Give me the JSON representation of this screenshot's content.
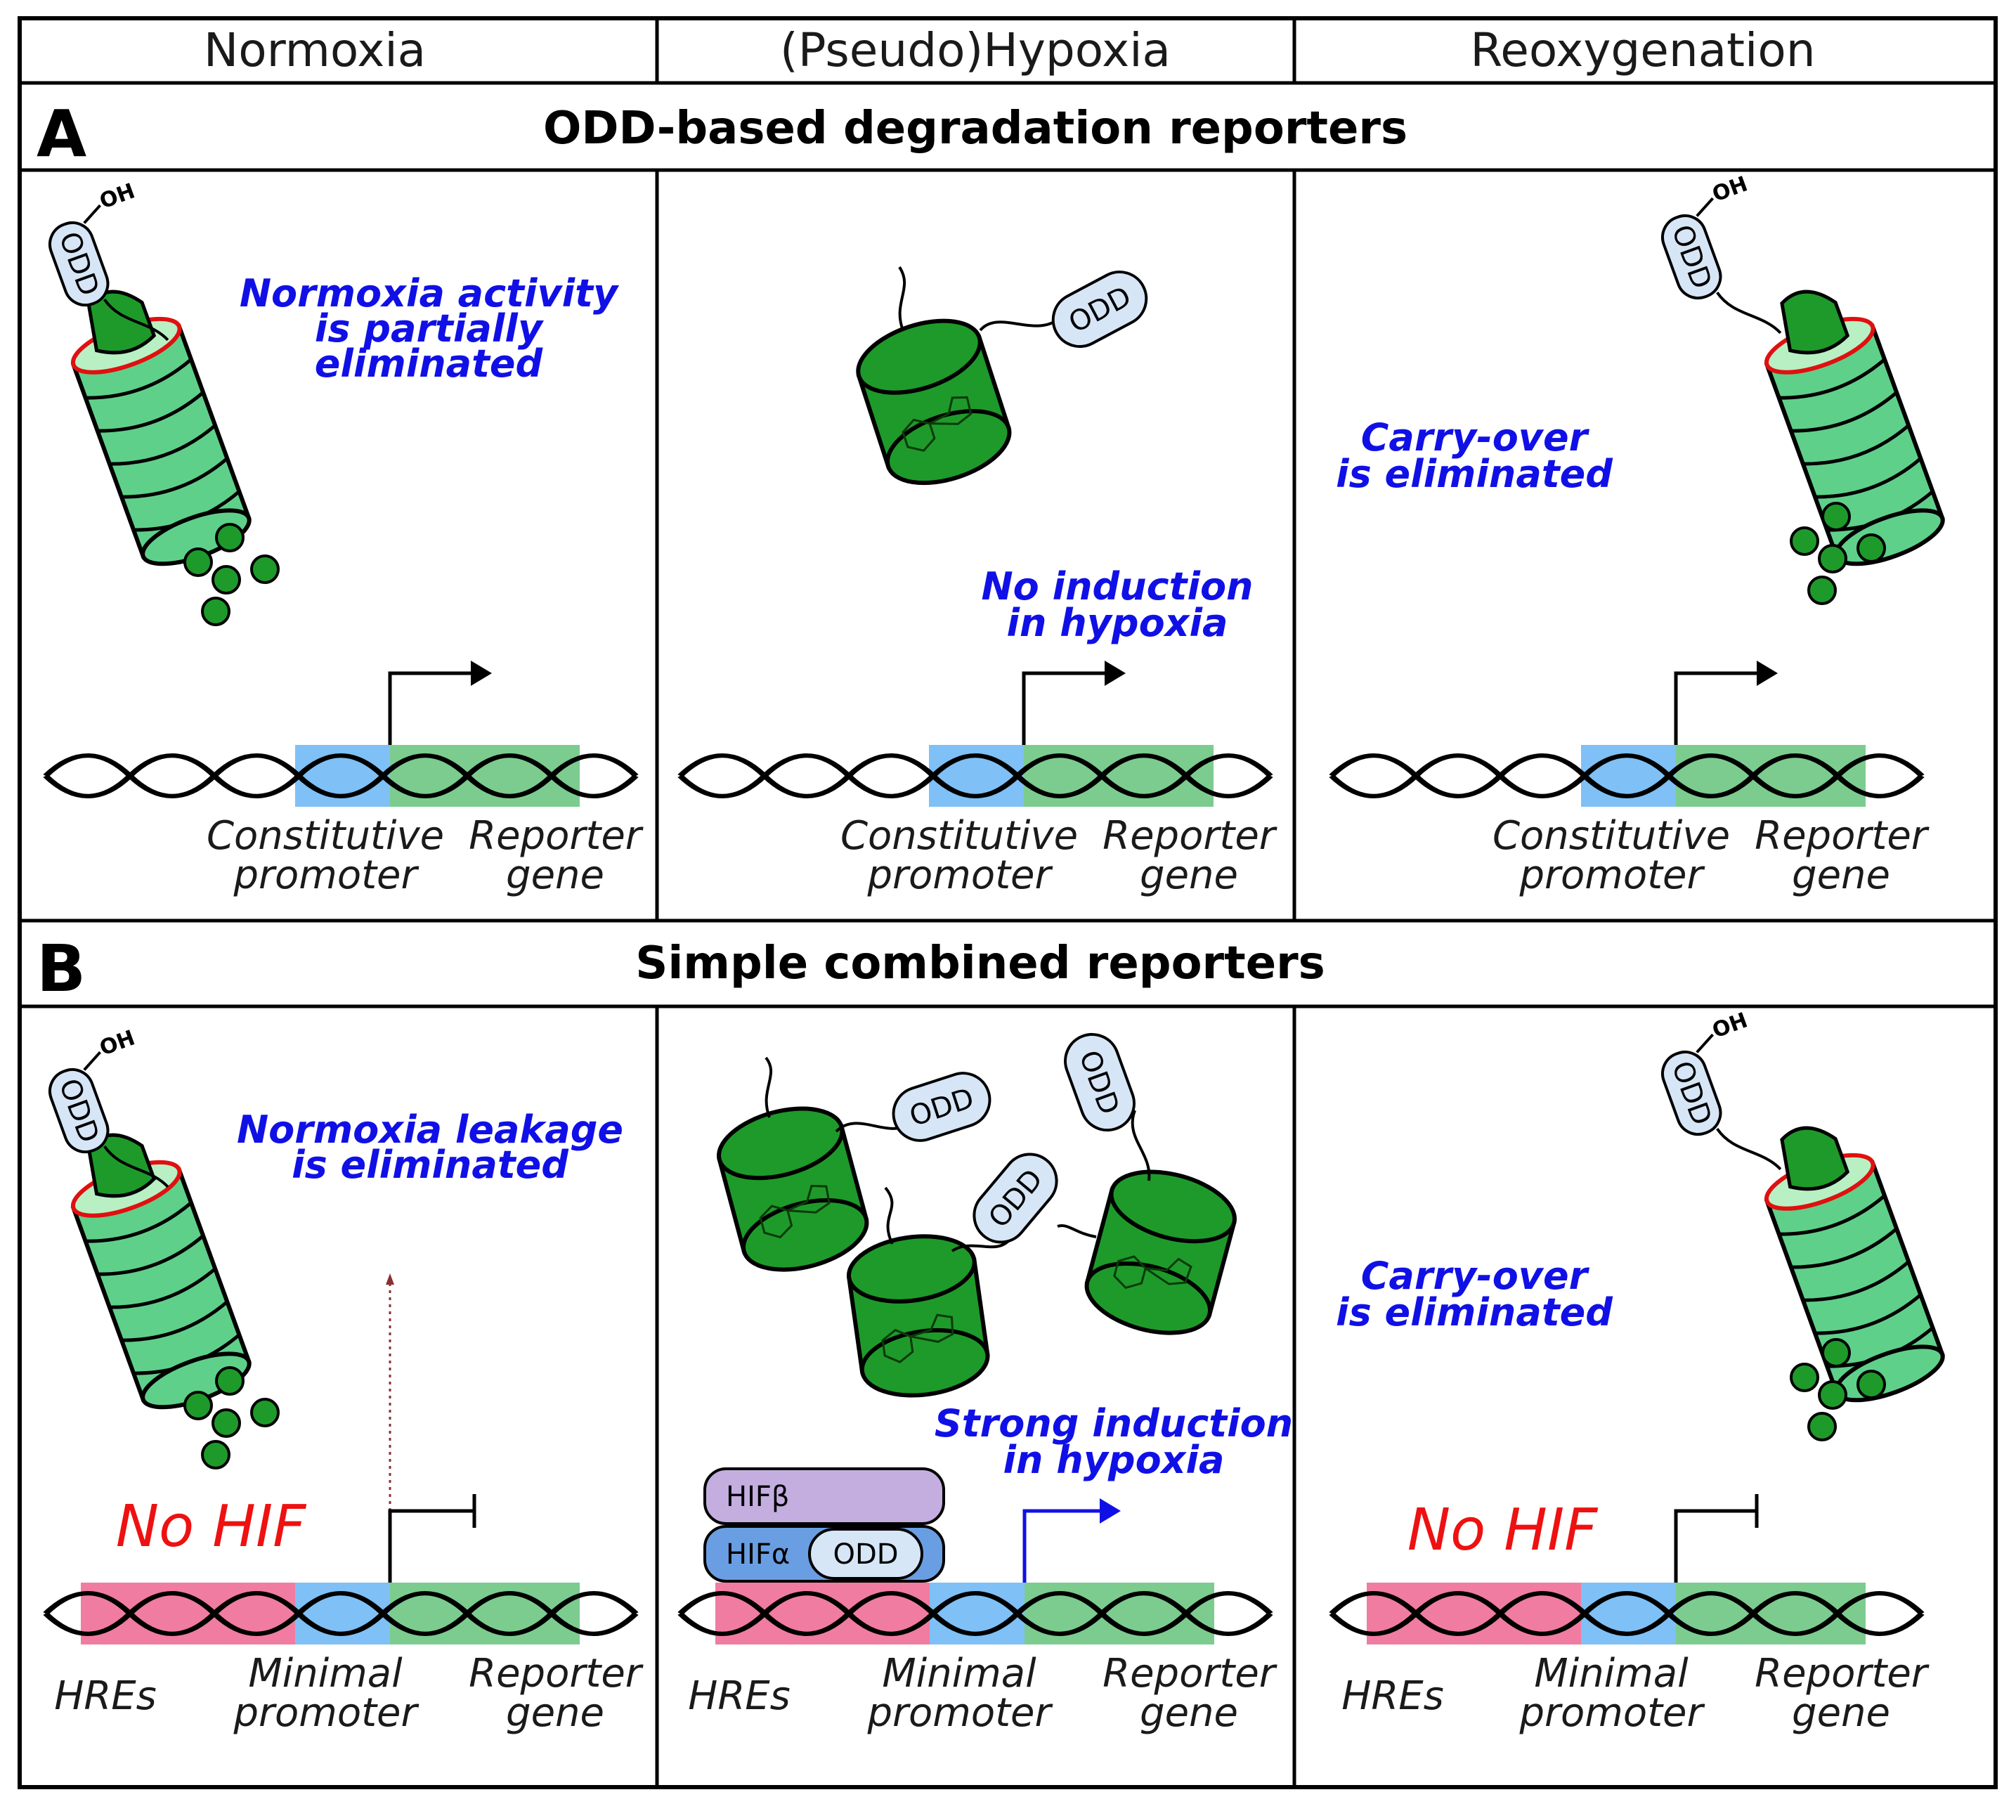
{
  "columns": [
    "Normoxia",
    "(Pseudo)Hypoxia",
    "Reoxygenation"
  ],
  "panel_a": {
    "letter": "A",
    "title": "ODD-based degradation reporters",
    "notes": [
      [
        "Normoxia activity",
        "is partially",
        "eliminated"
      ],
      [
        "No induction",
        "in hypoxia"
      ],
      [
        "Carry-over",
        "is eliminated"
      ]
    ],
    "dna_labels": {
      "promoter": [
        "Constitutive",
        "promoter"
      ],
      "reporter": [
        "Reporter",
        "gene"
      ]
    }
  },
  "panel_b": {
    "letter": "B",
    "title": "Simple combined reporters",
    "notes": [
      [
        "Normoxia leakage",
        "is eliminated"
      ],
      [
        "Strong induction",
        "in hypoxia"
      ],
      [
        "Carry-over",
        "is eliminated"
      ]
    ],
    "no_hif": "No HIF",
    "dna_labels": {
      "hres": "HREs",
      "promoter": [
        "Minimal",
        "promoter"
      ],
      "reporter": [
        "Reporter",
        "gene"
      ]
    },
    "hif_beta": "HIFβ",
    "hif_alpha": "HIFα"
  },
  "odd_label": "ODD",
  "oh_label": "OH",
  "colors": {
    "hre": "#f07ca1",
    "promoter": "#7fc0f6",
    "reporter": "#7ccc8f",
    "protein": "#1e9a2a",
    "proteasome": "#5fd08a",
    "odd": "#d6e6f7",
    "hif_beta": "#c4aee0",
    "hif_alpha": "#6a9ee2",
    "blue_text": "#1010e6",
    "red_text": "#ee1111"
  }
}
